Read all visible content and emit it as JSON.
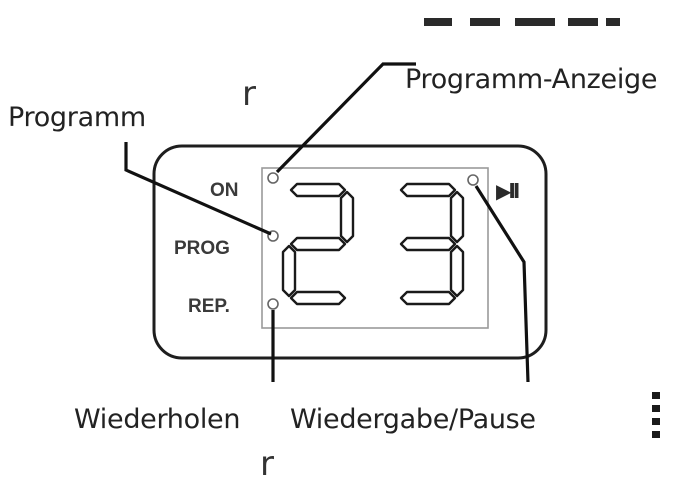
{
  "labels": {
    "programm": "Programm",
    "programm_anzeige": "Programm-Anzeige",
    "wiederholen": "Wiederholen",
    "wiedergabe_pause": "Wiedergabe/Pause"
  },
  "panel": {
    "on": "ON",
    "prog": "PROG",
    "rep": "REP.",
    "play_pause": "▶II"
  },
  "display": {
    "digits": "23"
  },
  "fragments": {
    "top_r": "r",
    "bottom_r": "r"
  }
}
